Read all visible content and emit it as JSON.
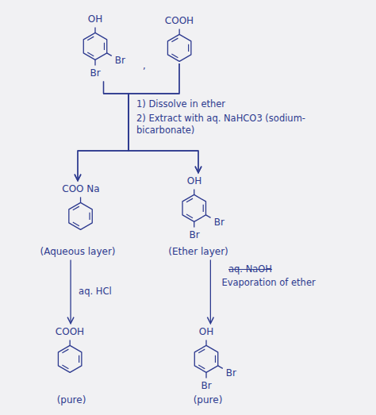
{
  "diagram": {
    "nodes": [
      {
        "text": [
          "OH",
          "Br",
          "Br"
        ]
      },
      {
        "text": [
          "COOH"
        ]
      },
      {
        "text": [
          "COO Na",
          "(Aqueous layer)"
        ]
      },
      {
        "text": [
          "OH",
          "Br",
          "Br",
          "(Ether layer)"
        ]
      },
      {
        "text": [
          "COOH",
          "(pure)"
        ]
      },
      {
        "text": [
          "OH",
          "Br",
          "Br",
          "(pure)"
        ]
      }
    ],
    "edges": [
      {
        "from": 0,
        "to": 2,
        "arrow": "to"
      },
      {
        "from": 0,
        "to": 3,
        "arrow": "to"
      },
      {
        "from": 1,
        "to": 2,
        "arrow": "to"
      },
      {
        "from": 1,
        "to": 3,
        "arrow": "to"
      },
      {
        "from": 2,
        "to": 4,
        "label": "aq. HCl",
        "arrow": "to"
      },
      {
        "from": 3,
        "to": 5,
        "label": "Evaporation of ether",
        "arrow": "to"
      }
    ],
    "labels": [
      ",",
      "1) Dissolve in ether",
      "2) Extract with aq. NaHCO3 (sodium- bicarbonate)",
      "aq. NaOH"
    ]
  }
}
